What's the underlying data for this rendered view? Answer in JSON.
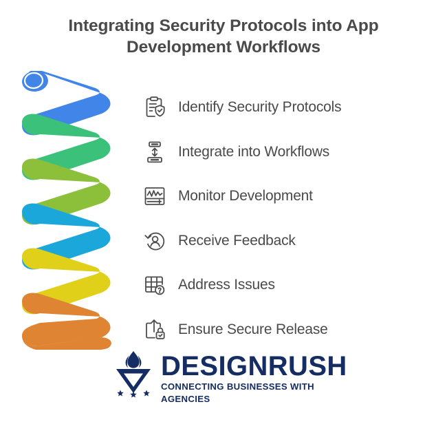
{
  "background_color": "#ffffff",
  "title": {
    "line1": "Integrating Security Protocols into App",
    "line2": "Development Workflows",
    "color": "#4a4a4a"
  },
  "steps": [
    {
      "label": "Identify Security Protocols",
      "icon": "clipboard-shield-check-icon"
    },
    {
      "label": "Integrate into Workflows",
      "icon": "integrate-updown-arrows-icon"
    },
    {
      "label": "Monitor Development",
      "icon": "monitor-waveform-icon"
    },
    {
      "label": "Receive Feedback",
      "icon": "user-refresh-feedback-icon"
    },
    {
      "label": "Address Issues",
      "icon": "table-question-mark-icon"
    },
    {
      "label": "Ensure Secure Release",
      "icon": "upload-lock-check-icon"
    }
  ],
  "step_text_color": "#4a4a4a",
  "icon_stroke_color": "#4d4d4d",
  "spiral": {
    "name": "colored-helix-spiral",
    "coil_count": 6,
    "colors": [
      "#4285e8",
      "#3cc17b",
      "#8cc03a",
      "#1ca7db",
      "#e0d019",
      "#df8433"
    ],
    "color_names": [
      "blue",
      "green",
      "yellow-green",
      "cyan",
      "yellow",
      "orange"
    ]
  },
  "logo": {
    "brand": "DESIGNRUSH",
    "tagline": "CONNECTING BUSINESSES WITH AGENCIES",
    "color": "#152d62",
    "mark": "torch-flame-v-with-three-stars"
  }
}
